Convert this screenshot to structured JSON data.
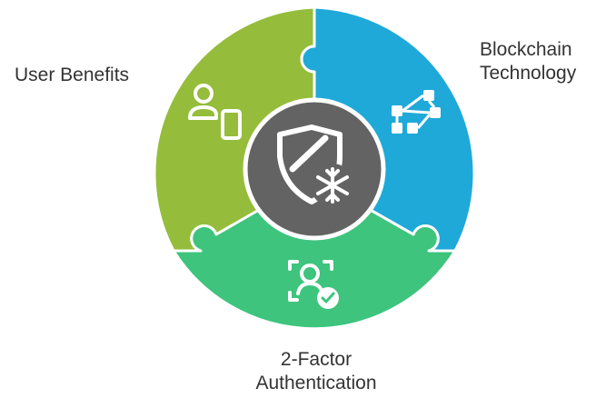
{
  "segments": [
    {
      "id": "user-benefits",
      "label_lines": [
        "User Benefits"
      ],
      "color": "#95bd3b",
      "icon": "user-mobile-icon"
    },
    {
      "id": "blockchain-technology",
      "label_lines": [
        "Blockchain",
        "Technology"
      ],
      "color": "#1fa9d9",
      "icon": "network-blocks-icon"
    },
    {
      "id": "two-factor-authentication",
      "label_lines": [
        "2-Factor",
        "Authentication"
      ],
      "color": "#3ec47d",
      "icon": "face-verified-icon"
    }
  ],
  "center": {
    "color": "#636363",
    "border_color": "#ffffff",
    "icon": "shield-freeze-icon"
  },
  "text_color": "#333333"
}
